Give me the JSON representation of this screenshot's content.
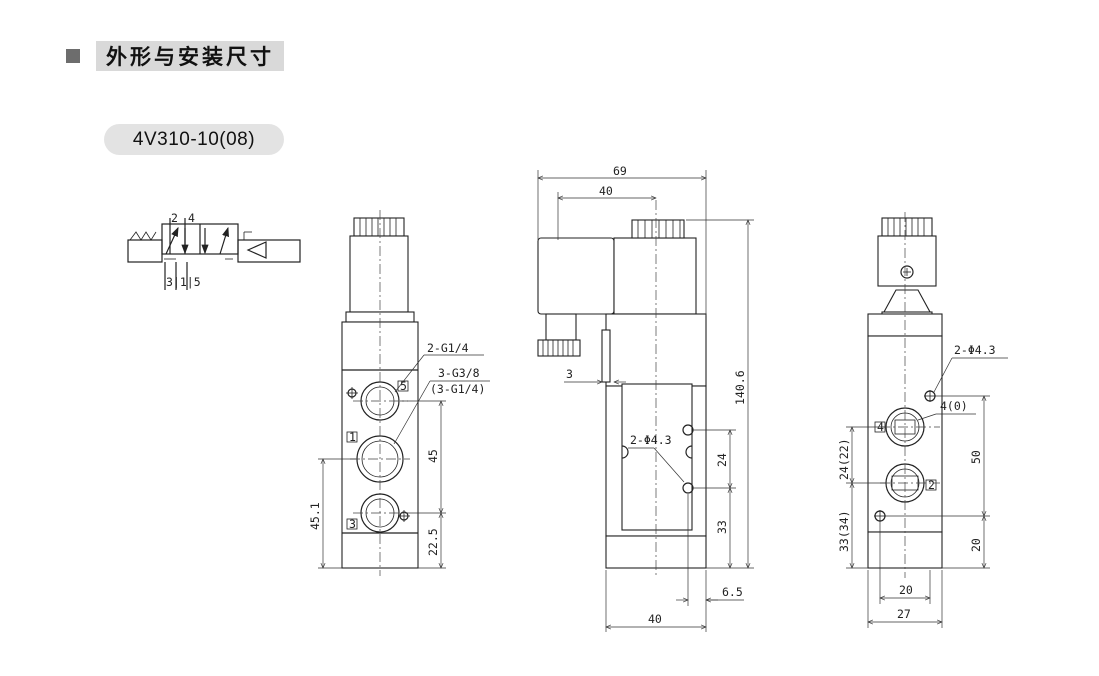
{
  "header": {
    "title": "外形与安装尺寸"
  },
  "model": {
    "label": "4V310-10(08)"
  },
  "symbol": {
    "port_top_left": "2",
    "port_top_right": "4",
    "port_bottom": "3|1|5"
  },
  "front_view": {
    "callout_ports_a": "2-G1/4",
    "callout_ports_b": "3-G3/8",
    "callout_ports_c": "(3-G1/4)",
    "marker_5": "5",
    "marker_1": "1",
    "marker_3": "3",
    "dim_45": "45",
    "dim_45_1": "45.1",
    "dim_22_5": "22.5"
  },
  "side_view": {
    "dim_69": "69",
    "dim_40_top": "40",
    "dim_3": "3",
    "dim_140_6": "140.6",
    "callout_holes": "2-Φ4.3",
    "dim_24": "24",
    "dim_33": "33",
    "dim_6_5": "6.5",
    "dim_40_bottom": "40"
  },
  "back_view": {
    "callout_holes": "2-Φ4.3",
    "port_4": "4(0)",
    "marker_4": "4",
    "marker_2": "2",
    "dim_50": "50",
    "dim_24_22": "24(22)",
    "dim_33_34": "33(34)",
    "dim_20_right": "20",
    "dim_20_bottom": "20",
    "dim_27": "27"
  }
}
